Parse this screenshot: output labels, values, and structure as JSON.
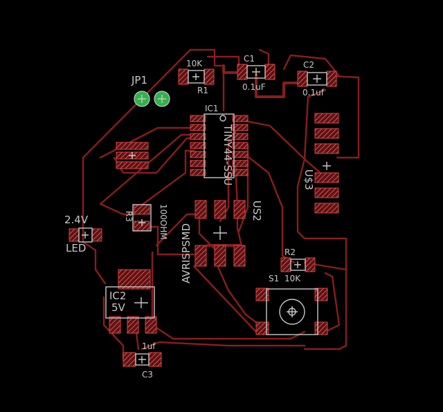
{
  "labels": {
    "jp1": "JP1",
    "r1_value": "10K",
    "r1": "R1",
    "c1": "C1",
    "c1_value": "0.1uF",
    "c2": "C2",
    "c2_value": "0.1uf",
    "ic1": "IC1",
    "ic1_part": "TINY44-SSU",
    "us2": "US2",
    "us3": "U$3",
    "avrisp": "AVRISPSMD",
    "r2": "R2",
    "r2_value": "10K",
    "s1": "S1",
    "led_voltage": "2.4V",
    "led": "LED",
    "r3": "R3",
    "r3_value": "100OHM",
    "ic2": "IC2",
    "ic2_value": "5V",
    "c3": "C3",
    "c3_value": "1uf"
  },
  "colors": {
    "background": "#000000",
    "trace": "#8a1d1d",
    "pad": "#d94545",
    "silkscreen": "#c8c8c8",
    "via": "#2fb34a"
  }
}
